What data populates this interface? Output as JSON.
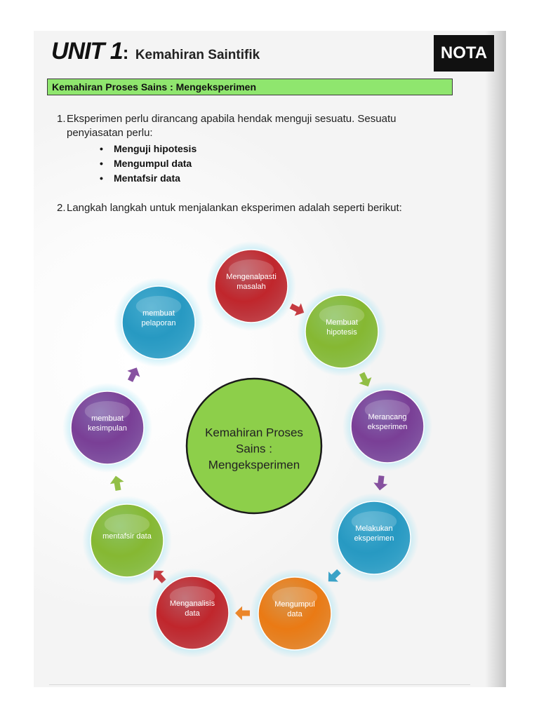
{
  "header": {
    "unit": "UNIT 1",
    "colon": ":",
    "subtitle": "Kemahiran Saintifik",
    "badge": "NOTA"
  },
  "banner": "Kemahiran Proses Sains : Mengeksperimen",
  "point1": {
    "number": "1.",
    "text": "Eksperimen perlu dirancang apabila hendak menguji sesuatu. Sesuatu penyiasatan perlu:",
    "bullets": [
      "Menguji hipotesis",
      "Mengumpul data",
      "Mentafsir data"
    ]
  },
  "point2": {
    "number": "2.",
    "text": "Langkah langkah untuk menjalankan eksperimen adalah seperti berikut:"
  },
  "cycle": {
    "center": "Kemahiran Proses\nSains :\nMengeksperimen",
    "steps": [
      {
        "label": "Mengenalpasti\nmasalah",
        "color": "#c0262c"
      },
      {
        "label": "Membuat\nhipotesis",
        "color": "#86b832"
      },
      {
        "label": "Merancang\neksperimen",
        "color": "#7a3f96"
      },
      {
        "label": "Melakukan\neksperimen",
        "color": "#2799c2"
      },
      {
        "label": "Mengumpul\ndata",
        "color": "#ea7a14"
      },
      {
        "label": "Menganalisis\ndata",
        "color": "#c0262c"
      },
      {
        "label": "mentafsir data",
        "color": "#86b832"
      },
      {
        "label": "membuat\nkesimpulan",
        "color": "#7a3f96"
      },
      {
        "label": "membuat\npelaporan",
        "color": "#2799c2"
      }
    ],
    "center_color": "#8dcf4a",
    "glow_color": "#9fe3f4"
  }
}
